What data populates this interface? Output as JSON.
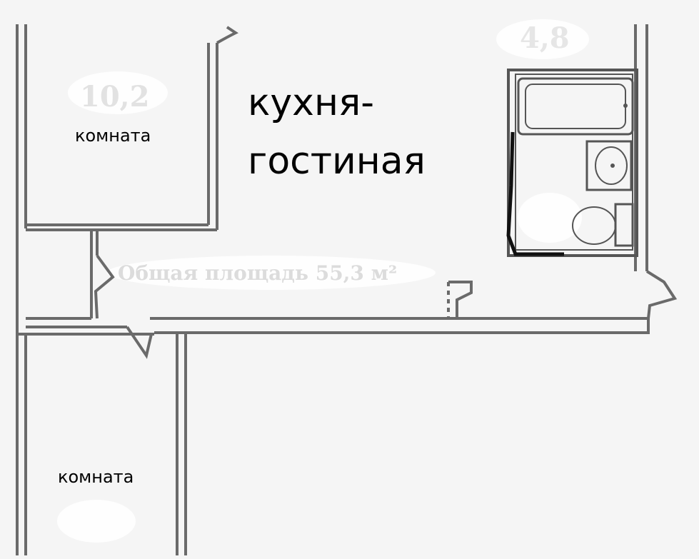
{
  "rooms": {
    "room_top": {
      "label": "комната",
      "area": "10,2"
    },
    "kitchen_living": {
      "label_line1": "кухня-",
      "label_line2": "гостиная"
    },
    "bathroom": {
      "area": "4,8"
    },
    "room_bottom": {
      "label": "комната"
    }
  },
  "total_area": "Общая площадь 55,3 м²",
  "colors": {
    "background": "#f5f5f5",
    "wall": "#6a6a6a",
    "label": "#000000",
    "faint_text": "#dedede"
  }
}
